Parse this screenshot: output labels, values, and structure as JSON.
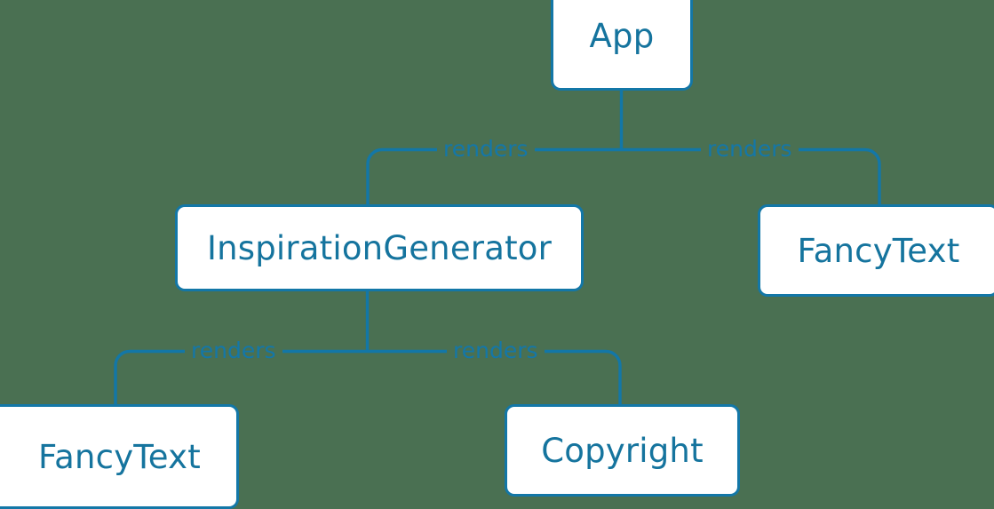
{
  "diagram": {
    "type": "component-tree",
    "background_color": "#4a7052",
    "node_fill_color": "#ffffff",
    "node_border_color": "#1377a7",
    "node_text_color": "#15749e",
    "edge_color": "#1377a7",
    "edge_label_color": "#1477a8",
    "nodes": [
      {
        "id": "app",
        "label": "App"
      },
      {
        "id": "inspgen",
        "label": "InspirationGenerator"
      },
      {
        "id": "fancy_right",
        "label": "FancyText"
      },
      {
        "id": "fancy_left",
        "label": "FancyText"
      },
      {
        "id": "copyright",
        "label": "Copyright"
      }
    ],
    "edges": [
      {
        "from": "app",
        "to": "inspgen",
        "label": "renders"
      },
      {
        "from": "app",
        "to": "fancy_right",
        "label": "renders"
      },
      {
        "from": "inspgen",
        "to": "fancy_left",
        "label": "renders"
      },
      {
        "from": "inspgen",
        "to": "copyright",
        "label": "renders"
      }
    ]
  }
}
